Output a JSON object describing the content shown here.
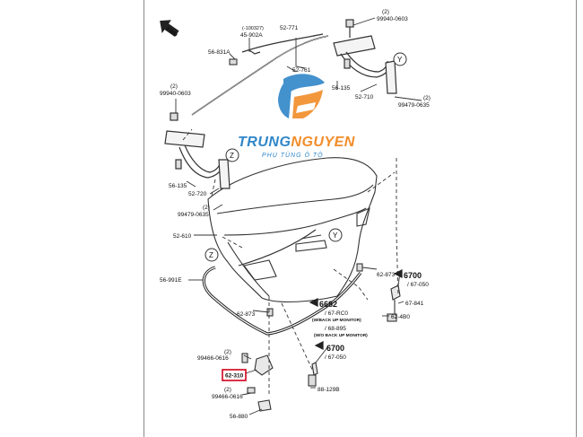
{
  "watermark": {
    "brand_left": "TRUNG",
    "brand_right": "NGUYEN",
    "tagline": "PHỤ TÙNG Ô TÔ",
    "color_blue": "#2f86c8",
    "color_orange": "#f28c28"
  },
  "labels": {
    "fwd": "FWD",
    "p_100327": "(-100327)",
    "p_45902a": "45-902A",
    "p_52771": "52-771",
    "p_56831a": "56-831A",
    "p_52761": "52-761",
    "q_2a": "(2)",
    "p_99940_top": "99940-0603",
    "q_2b": "(2)",
    "p_99940_left": "99940-0603",
    "p_56135_right": "56-135",
    "p_52710": "52-710",
    "q_2c": "(2)",
    "p_99479_right": "99479-0635",
    "y_top": "Y",
    "z_left": "Z",
    "p_56135_left": "56-135",
    "p_52720": "52-720",
    "q_2d": "(2)",
    "p_99479_left": "99479-0635",
    "p_52610": "52-610",
    "z_mid": "Z",
    "y_mid": "Y",
    "p_56991e": "56-991E",
    "p_62873_right": "62-873",
    "ref_6700a": "6700",
    "ref_67050a": "/ 67-050",
    "p_67841": "67-841",
    "p_62873_left": "62-873",
    "ref_6682": "6682",
    "ref_67rc0": "/ 67-RC0",
    "note_with_monitor": "(W/BACK UP MONITOR)",
    "p_624b0": "62-4B0",
    "ref_68895": "/ 68-895",
    "note_wo_monitor": "(W/O BACK UP MONITOR)",
    "q_2e": "(2)",
    "p_99466_upper": "99466-0616",
    "ref_6700b": "6700",
    "ref_67050b": "/ 67-050",
    "p_highlight": "62-310",
    "q_2f": "(2)",
    "p_99466_lower": "99466-0616",
    "p_88129b": "88-129B",
    "p_56880": "56-880"
  }
}
